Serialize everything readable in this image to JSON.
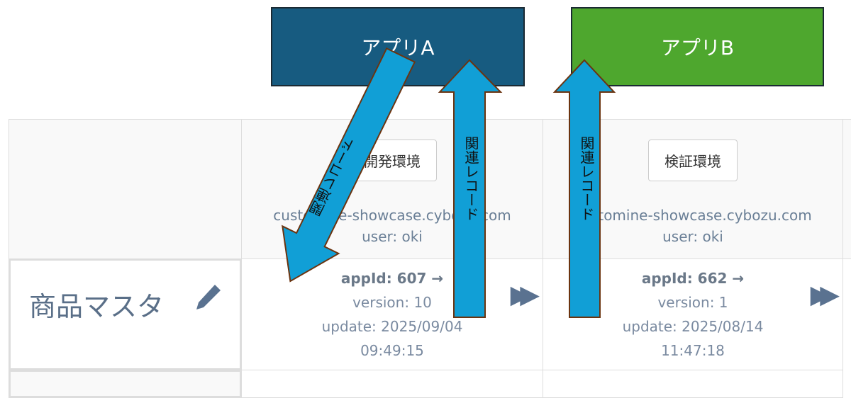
{
  "apps": {
    "a": "アプリA",
    "b": "アプリB"
  },
  "columns": [
    {
      "env": "開発環境",
      "host": "customine-showcase.cybozu.com",
      "user": "user: oki",
      "appid": "appId: 607 →",
      "version": "version: 10",
      "update": "update: 2025/09/04",
      "time": "09:49:15"
    },
    {
      "env": "検証環境",
      "host": "customine-showcase.cybozu.com",
      "user": "user: oki",
      "appid": "appId: 662 →",
      "version": "version: 1",
      "update": "update: 2025/08/14",
      "time": "11:47:18"
    }
  ],
  "row": {
    "title": "商品マスタ"
  },
  "arrow_label": "関連レコード",
  "colors": {
    "appA": "#175b80",
    "appB": "#4ea72e",
    "arrow": "#119fd6",
    "arrow_border": "#6b3410"
  }
}
